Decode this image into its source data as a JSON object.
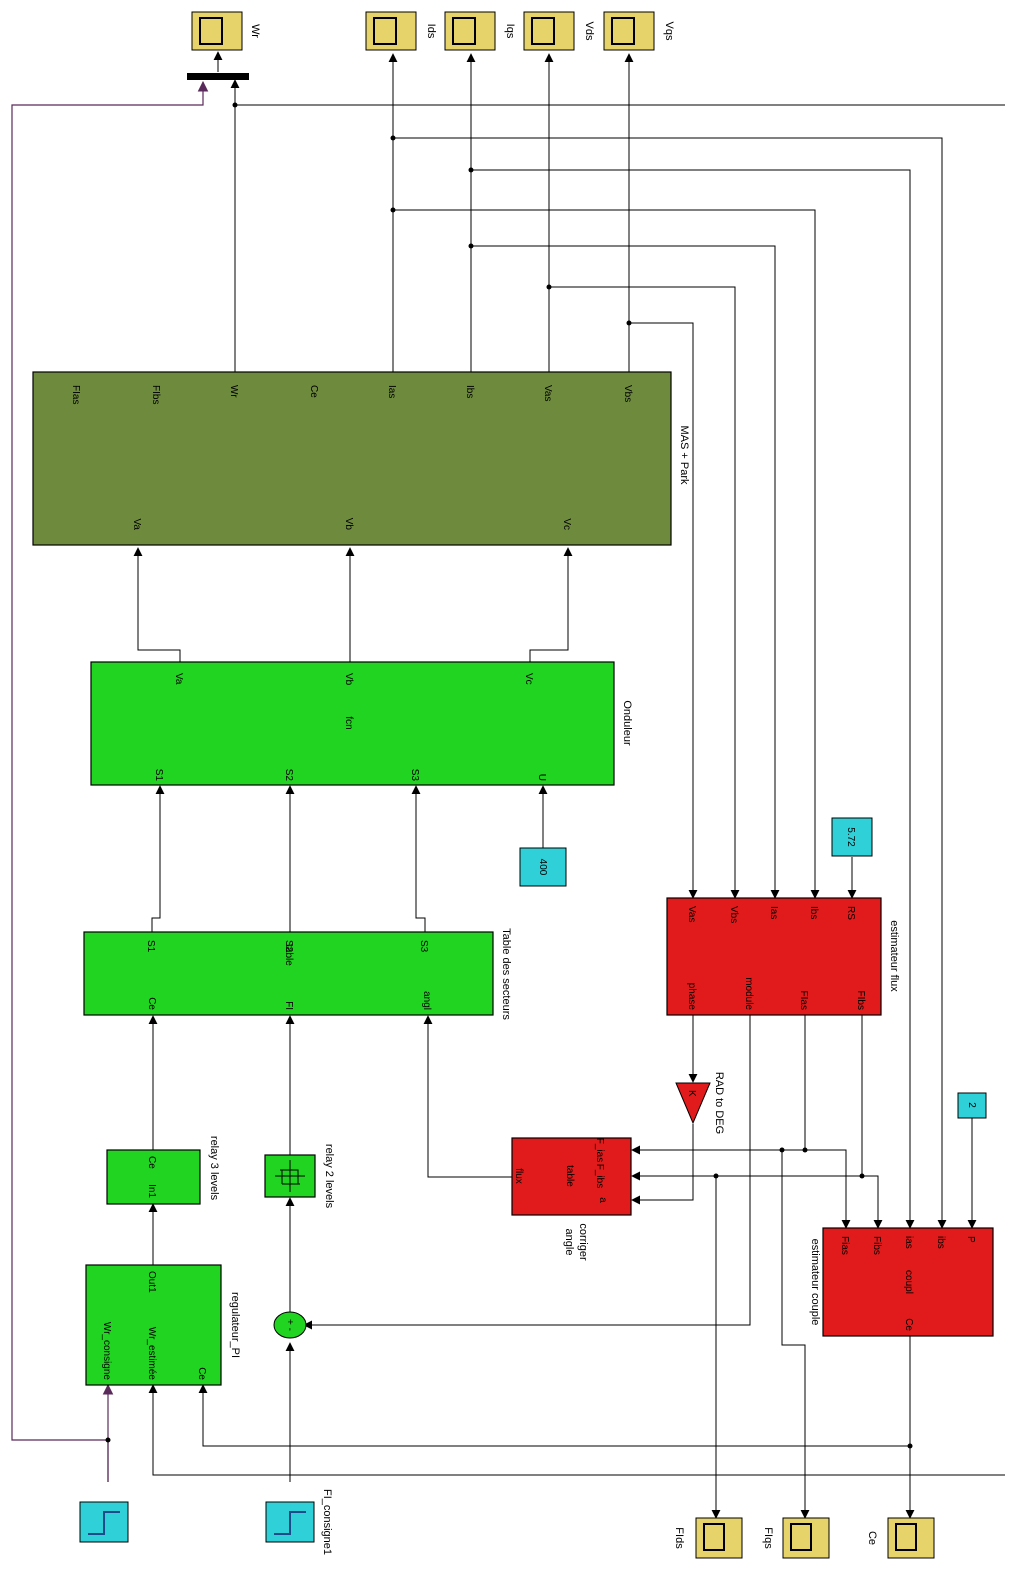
{
  "colors": {
    "mas_block": "#6e8b3d",
    "green_block": "#22d422",
    "red_block": "#e11b1b",
    "scope": "#e6d36a",
    "constant": "#2fd0d8",
    "purple_wire": "#5a2a5a"
  },
  "scopes": {
    "wr": "Wr",
    "ids": "Ids",
    "iqs": "Iqs",
    "vds": "Vds",
    "vqs": "Vqs",
    "fids": "FIds",
    "fiqs": "FIqs",
    "ce": "Ce"
  },
  "mas": {
    "label": "MAS + Park",
    "out_ports": [
      "FIas",
      "FIbs",
      "Wr",
      "Ce",
      "Ias",
      "Ibs",
      "Vas",
      "Vbs"
    ],
    "in_ports": [
      "Va",
      "Vb",
      "Vc"
    ]
  },
  "onduleur": {
    "label": "Onduleur",
    "center": "fcn",
    "out_ports": [
      "Va",
      "Vb",
      "Vc"
    ],
    "in_ports": [
      "S1",
      "S2",
      "S3",
      "U"
    ]
  },
  "const_400": "400",
  "const_572": "5.72",
  "const_2": "2",
  "table": {
    "label": "Table des secteurs",
    "center": "table",
    "out_ports": [
      "S1",
      "S2",
      "S3"
    ],
    "in_ports": [
      "Ce",
      "FI",
      "angl"
    ]
  },
  "flux": {
    "label": "estimateur flux",
    "in_ports": [
      "Vas",
      "Vbs",
      "Ias",
      "Ibs",
      "RS"
    ],
    "out_ports": [
      "phase",
      "module",
      "FIas",
      "FIbs"
    ]
  },
  "rad_to_deg": {
    "label": "RAD to DEG",
    "gain": "K"
  },
  "relay3": {
    "label": "relay 3 levels",
    "in": "In1",
    "out": "Ce"
  },
  "relay2": {
    "label": "relay 2 levels"
  },
  "angle": {
    "label_line1": "angle",
    "label_line2": "corriger",
    "left": "flux",
    "center": "table",
    "right_ports": [
      "F_ias",
      "F_ibs",
      "a"
    ]
  },
  "couple": {
    "label": "estimateur couple",
    "center": "coupl",
    "in_ports": [
      "Fias",
      "Fibs",
      "ias",
      "ibs",
      "P"
    ],
    "out": "Ce"
  },
  "pi": {
    "label": "regulateur_PI",
    "ports": [
      "Wr_consigne",
      "Wr_estimée",
      "Ce"
    ],
    "out": "Out1"
  },
  "sum_signs": "+ -",
  "step_fi_label": "FI_consigne1"
}
